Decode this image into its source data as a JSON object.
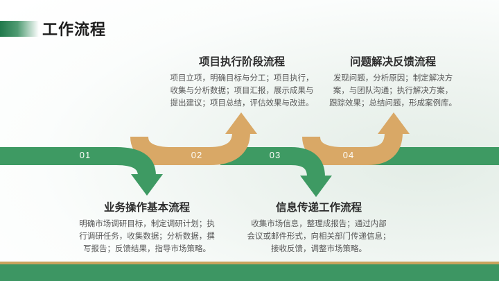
{
  "slide": {
    "title": "工作流程",
    "colors": {
      "ribbon_green": "#3e9a63",
      "ribbon_orange": "#d9a866",
      "footer_green": "#3d9663",
      "footer_gold": "#c9a35d",
      "title_bar_green": "#20794b"
    },
    "steps": [
      {
        "number": "01",
        "position": "bottom",
        "arrow": "down-green",
        "heading": "业务操作基本流程",
        "body_lines": [
          "明确市场调研目标，制定调研计划；执",
          "行调研任务，收集数据；分析数据，撰",
          "写报告；反馈结果，指导市场策略。"
        ]
      },
      {
        "number": "02",
        "position": "top",
        "arrow": "up-orange",
        "heading": "项目执行阶段流程",
        "body_lines": [
          "项目立项，明确目标与分工；项目执行，",
          "收集与分析数据；项目汇报，展示成果与",
          "提出建议；项目总结，评估效果与改进。"
        ]
      },
      {
        "number": "03",
        "position": "bottom",
        "arrow": "down-green",
        "heading": "信息传递工作流程",
        "body_lines": [
          "收集市场信息，整理成报告；通过内部",
          "会议或邮件形式，向相关部门传递信息；",
          "接收反馈，调整市场策略。"
        ]
      },
      {
        "number": "04",
        "position": "top",
        "arrow": "up-orange",
        "heading": "问题解决反馈流程",
        "body_lines": [
          "发现问题，分析原因；制定解决方",
          "案，与团队沟通；执行解决方案，",
          "跟踪效果；总结问题，形成案例库。"
        ]
      }
    ]
  }
}
